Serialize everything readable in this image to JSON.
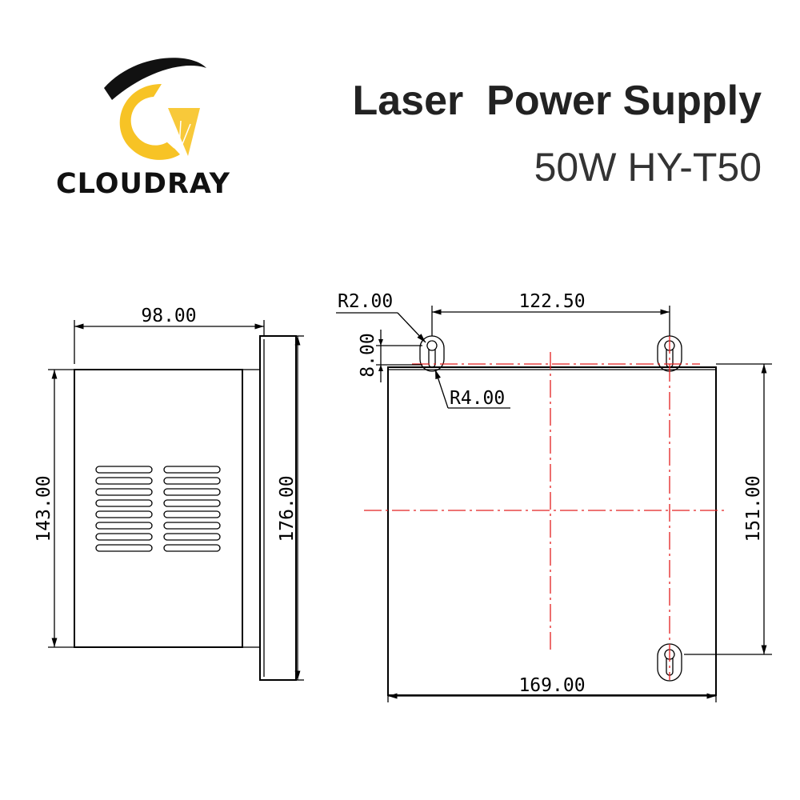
{
  "brand": {
    "name": "CLOUDRAY",
    "colors": {
      "dark": "#111111",
      "yellow": "#f7c325"
    },
    "logo_icon": "cloudray-c-logo-icon"
  },
  "title": {
    "main": "Laser  Power Supply",
    "sub": "50W HY-T50"
  },
  "drawing": {
    "line_color": "#000000",
    "centerline_color": "#e32020",
    "side_view": {
      "width_dim": "98.00",
      "height_dim": "143.00",
      "flange_height_dim": "176.00"
    },
    "front_view": {
      "hole_spacing_dim": "122.50",
      "slot_offset_dim": "8.00",
      "small_radius_dim": "R2.00",
      "large_radius_dim": "R4.00",
      "height_dim": "151.00",
      "width_dim": "169.00"
    }
  }
}
